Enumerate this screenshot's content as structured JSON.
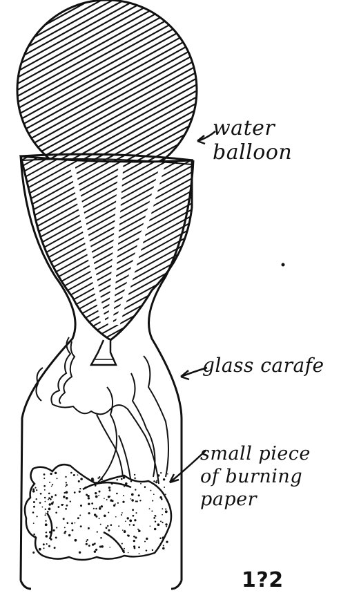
{
  "labels": {
    "balloon": "water balloon",
    "carafe": "glass carafe",
    "paper_line1": "small piece",
    "paper_line2": "of burning",
    "paper_line3": "paper",
    "page_number": "1?2"
  },
  "colors": {
    "ink": "#111111",
    "background": "#ffffff"
  }
}
